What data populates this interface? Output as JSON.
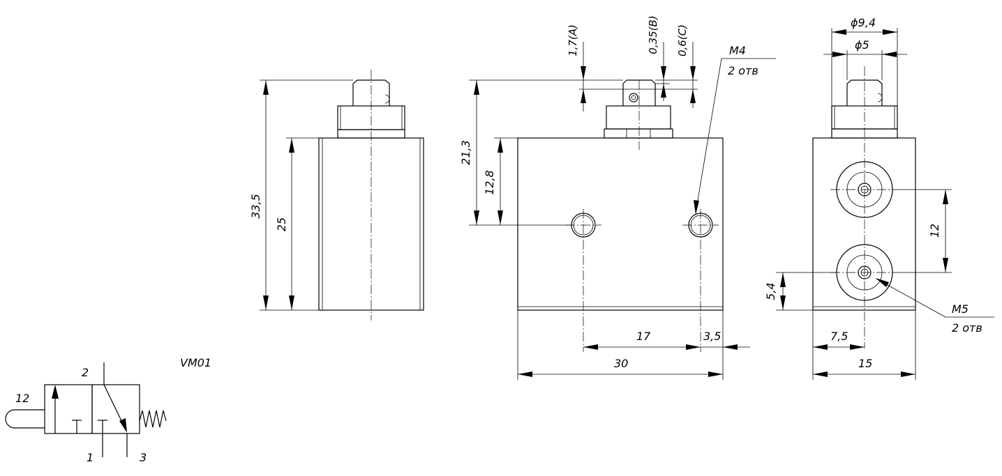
{
  "title": "VM01",
  "side_view": {
    "dim_total_height": "33,5",
    "dim_body_height": "25"
  },
  "front_view": {
    "dim_21_3": "21,3",
    "dim_12_8": "12,8",
    "dim_a": "1,7(A)",
    "dim_b": "0,35(B)",
    "dim_c": "0,6(C)",
    "thread_m4": "M4",
    "holes_m4": "2 отв",
    "dim_17": "17",
    "dim_3_5": "3,5",
    "dim_30": "30"
  },
  "end_view": {
    "dia_9_4": "ϕ9,4",
    "dia_5": "ϕ5",
    "dim_12": "12",
    "dim_5_4": "5,4",
    "thread_m5": "M5",
    "holes_m5": "2 отв",
    "dim_7_5": "7,5",
    "dim_15": "15"
  },
  "symbol": {
    "port_2": "2",
    "port_12": "12",
    "port_1": "1",
    "port_3": "3"
  }
}
